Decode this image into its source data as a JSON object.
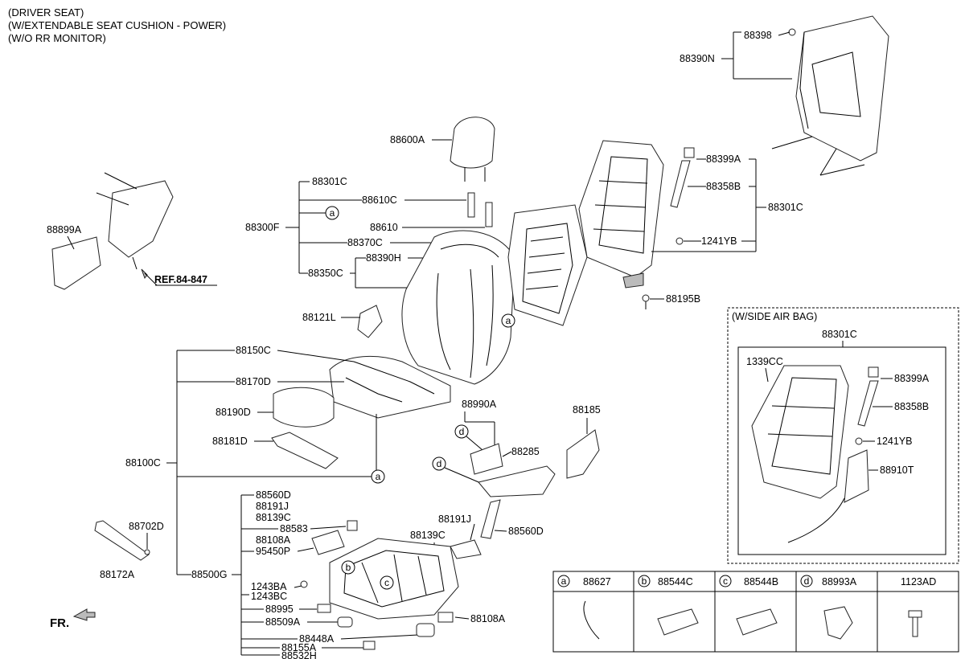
{
  "header": {
    "lines": [
      "(DRIVER SEAT)",
      "(W/EXTENDABLE SEAT CUSHION - POWER)",
      "(W/O RR MONITOR)"
    ]
  },
  "labels": {
    "l88398": "88398",
    "l88390N": "88390N",
    "l88600A": "88600A",
    "l88301C_a": "88301C",
    "l88610C": "88610C",
    "l88300F": "88300F",
    "l88610": "88610",
    "l88370C": "88370C",
    "l88390H": "88390H",
    "l88350C": "88350C",
    "l88399A_a": "88399A",
    "l88358B_a": "88358B",
    "l88301C_b": "88301C",
    "l1241YB_a": "1241YB",
    "l88195B": "88195B",
    "l88899A": "88899A",
    "lREF": "REF.84-847",
    "l88121L": "88121L",
    "l88150C": "88150C",
    "l88170D": "88170D",
    "l88190D": "88190D",
    "l88181D": "88181D",
    "l88100C": "88100C",
    "l88990A": "88990A",
    "l88185": "88185",
    "l88285": "88285",
    "l88560D_a": "88560D",
    "l88191J_a": "88191J",
    "l88139C_a": "88139C",
    "l88583": "88583",
    "l88108A_a": "88108A",
    "l95450P": "95450P",
    "l88191J_b": "88191J",
    "l88560D_b": "88560D",
    "l88139C_b": "88139C",
    "l88702D": "88702D",
    "l88172A": "88172A",
    "l88500G": "88500G",
    "l1243BA": "1243BA",
    "l1243BC": "1243BC",
    "l88995": "88995",
    "l88509A": "88509A",
    "l88108A_b": "88108A",
    "l88448A": "88448A",
    "l88155A": "88155A",
    "l88532H": "88532H",
    "fr": "FR.",
    "sideairbag_title": "(W/SIDE AIR BAG)",
    "sab_88301C": "88301C",
    "sab_1339CC": "1339CC",
    "sab_88399A": "88399A",
    "sab_88358B": "88358B",
    "sab_1241YB": "1241YB",
    "sab_88910T": "88910T"
  },
  "callouts": {
    "a": "a",
    "b": "b",
    "c": "c",
    "d": "d"
  },
  "legend": [
    {
      "key": "a",
      "code": "88627"
    },
    {
      "key": "b",
      "code": "88544C"
    },
    {
      "key": "c",
      "code": "88544B"
    },
    {
      "key": "d",
      "code": "88993A"
    },
    {
      "key": "",
      "code": "1123AD"
    }
  ]
}
